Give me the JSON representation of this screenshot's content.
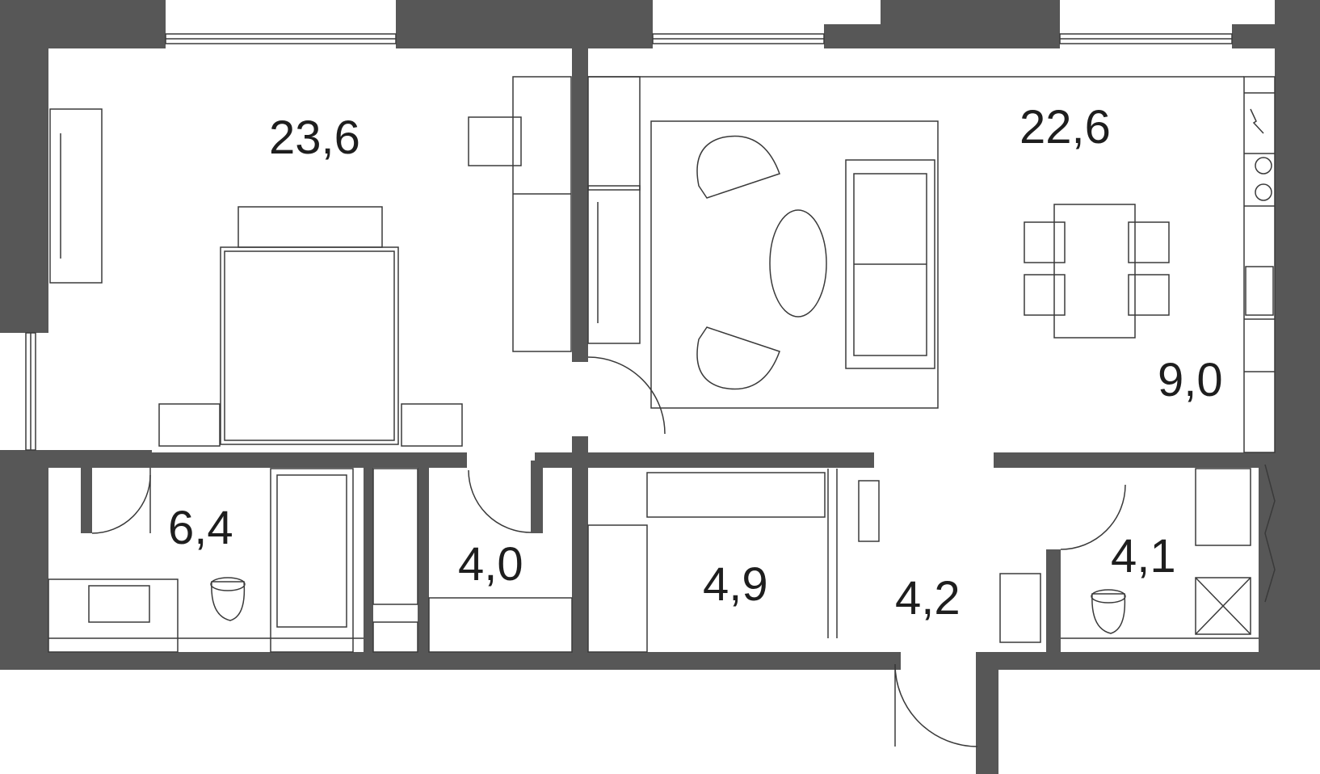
{
  "colors": {
    "wall": "#575757",
    "line": "#3a3a3a",
    "text": "#1e1e1e",
    "background": "#ffffff"
  },
  "rooms": [
    {
      "id": "bedroom",
      "area": "23,6"
    },
    {
      "id": "living-room",
      "area": "22,6"
    },
    {
      "id": "kitchen",
      "area": "9,0"
    },
    {
      "id": "bathroom",
      "area": "6,4"
    },
    {
      "id": "storage",
      "area": "4,0"
    },
    {
      "id": "wardrobe",
      "area": "4,9"
    },
    {
      "id": "hallway",
      "area": "4,2"
    },
    {
      "id": "toilet",
      "area": "4,1"
    }
  ]
}
